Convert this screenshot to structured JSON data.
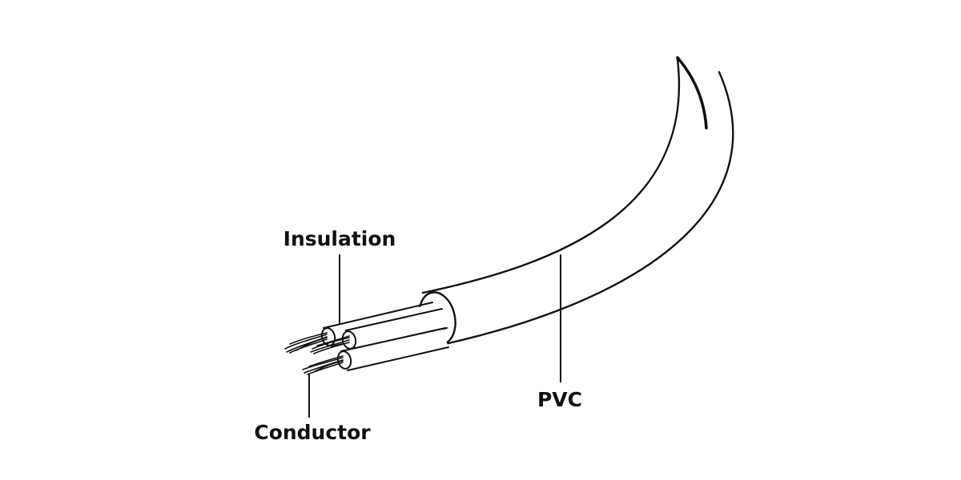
{
  "labels": {
    "insulation": "Insulation",
    "conductor": "Conductor",
    "pvc": "PVC"
  },
  "colors": {
    "ink": "#111111",
    "background": "#ffffff",
    "fill": "#ffffff"
  }
}
